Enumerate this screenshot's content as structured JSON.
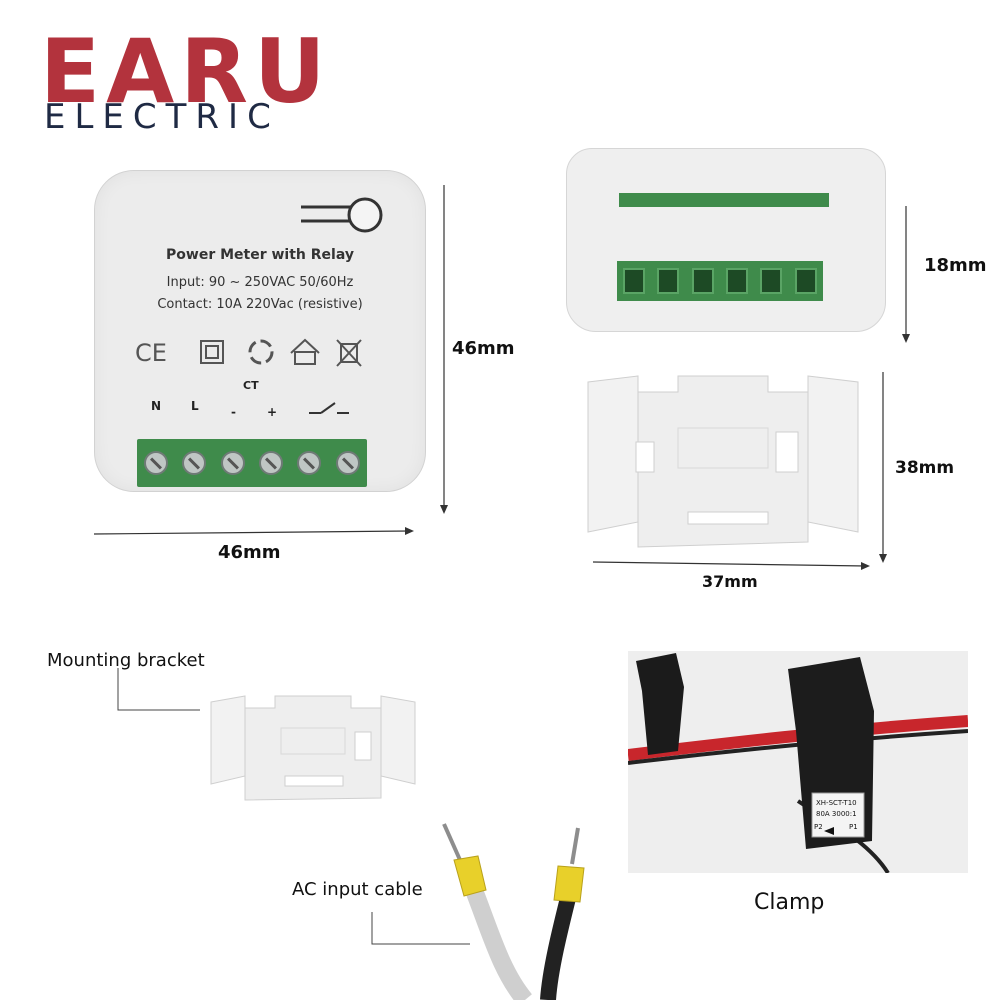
{
  "logo": {
    "main": "EARU",
    "sub": "ELECTRIC",
    "color": "#b3333d",
    "sub_color": "#1f2a44"
  },
  "module": {
    "title": "Power Meter with Relay",
    "input": "Input: 90 ~ 250VAC 50/60Hz",
    "contact": "Contact: 10A 220Vac (resistive)",
    "pins": [
      "N",
      "L",
      "CT",
      "-",
      "+"
    ],
    "terminal_color": "#3f8b4b"
  },
  "dimensions": {
    "front_height": "46mm",
    "front_width": "46mm",
    "side_depth": "18mm",
    "bracket_height": "38mm",
    "bracket_width": "37mm"
  },
  "captions": {
    "mounting_bracket": "Mounting bracket",
    "ac_input_cable": "AC input cable",
    "clamp": "Clamp"
  },
  "clamp_label": {
    "model": "XH-SCT-T10",
    "rating": "80A 3000:1",
    "p2": "P2",
    "p1": "P1"
  }
}
